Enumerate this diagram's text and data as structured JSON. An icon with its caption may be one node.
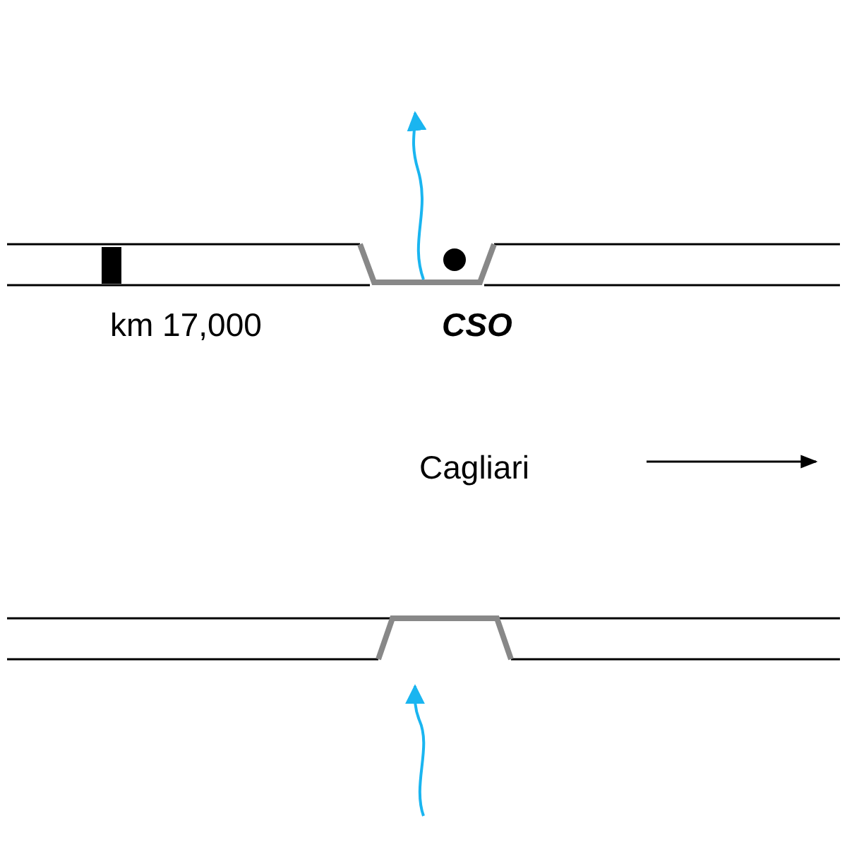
{
  "diagram": {
    "labels": [
      "km 17,000",
      "CSO",
      "Cagliari"
    ]
  }
}
